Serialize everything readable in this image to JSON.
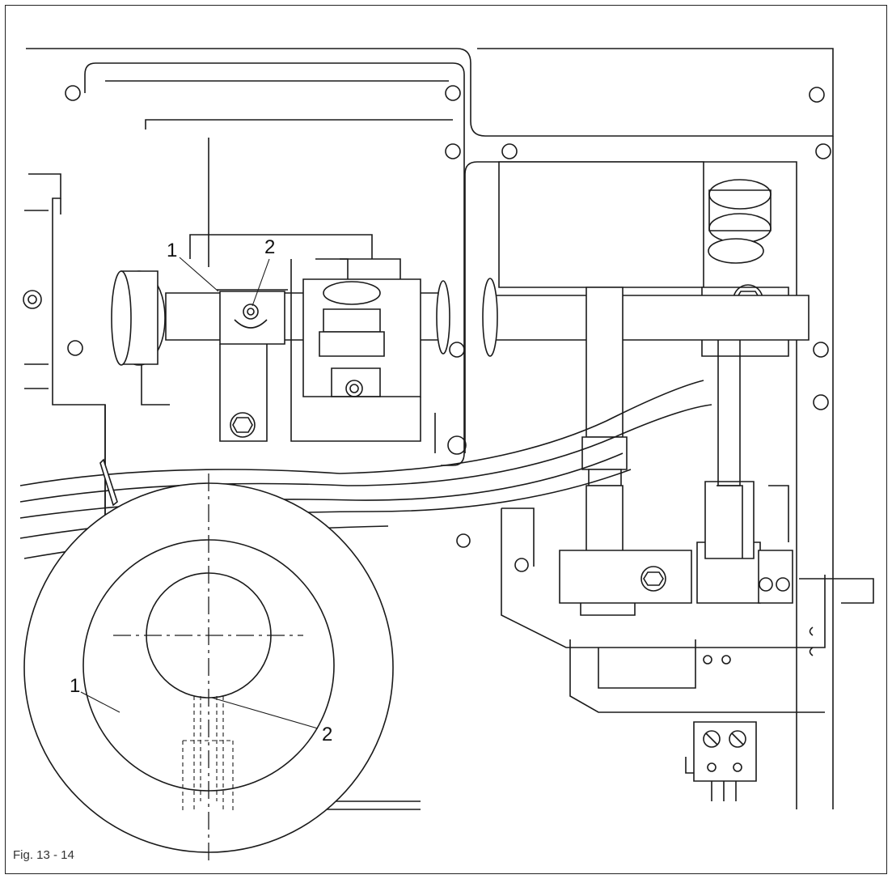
{
  "figure": {
    "caption": "Fig. 13 - 14",
    "callouts": {
      "upper_1": "1",
      "upper_2": "2",
      "detail_1": "1",
      "detail_2": "2"
    }
  }
}
